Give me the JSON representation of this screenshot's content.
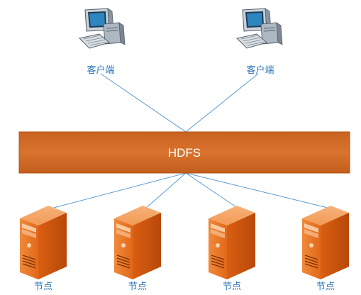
{
  "clients": [
    {
      "label": "客户端",
      "icon": "computer-icon"
    },
    {
      "label": "客户端",
      "icon": "computer-icon"
    }
  ],
  "hdfs": {
    "label": "HDFS",
    "color": "#d06b25"
  },
  "nodes": [
    {
      "label": "节点",
      "icon": "server-icon"
    },
    {
      "label": "节点",
      "icon": "server-icon"
    },
    {
      "label": "节点",
      "icon": "server-icon"
    },
    {
      "label": "节点",
      "icon": "server-icon"
    }
  ],
  "colors": {
    "line": "#5b9bd5",
    "label": "#2e75b6",
    "server": "#e8711c"
  }
}
